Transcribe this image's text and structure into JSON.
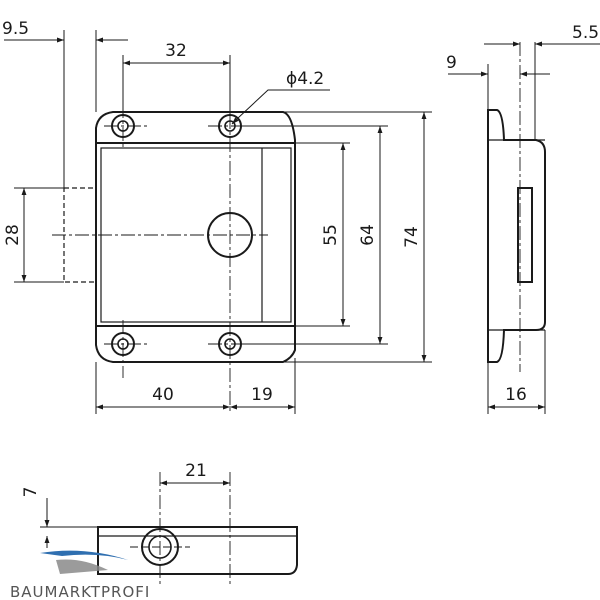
{
  "drawing": {
    "front_view": {
      "dims": {
        "offset_left": "9.5",
        "hole_spacing_top": "32",
        "hole_diameter": "ϕ4.2",
        "height_left": "28",
        "inner_height": "55",
        "hole_spacing_vertical": "64",
        "overall_height": "74",
        "width_bottom": "40",
        "width_right": "19"
      }
    },
    "side_view": {
      "dims": {
        "top_right": "5.5",
        "top_left": "9",
        "depth_bottom": "16"
      }
    },
    "bottom_view": {
      "dims": {
        "hole_offset": "21",
        "height": "7"
      }
    }
  },
  "logo": {
    "text": "BAUMARKTPROFI",
    "colors": {
      "blue": "#2f6fb0",
      "gray": "#8a8a8a"
    }
  }
}
